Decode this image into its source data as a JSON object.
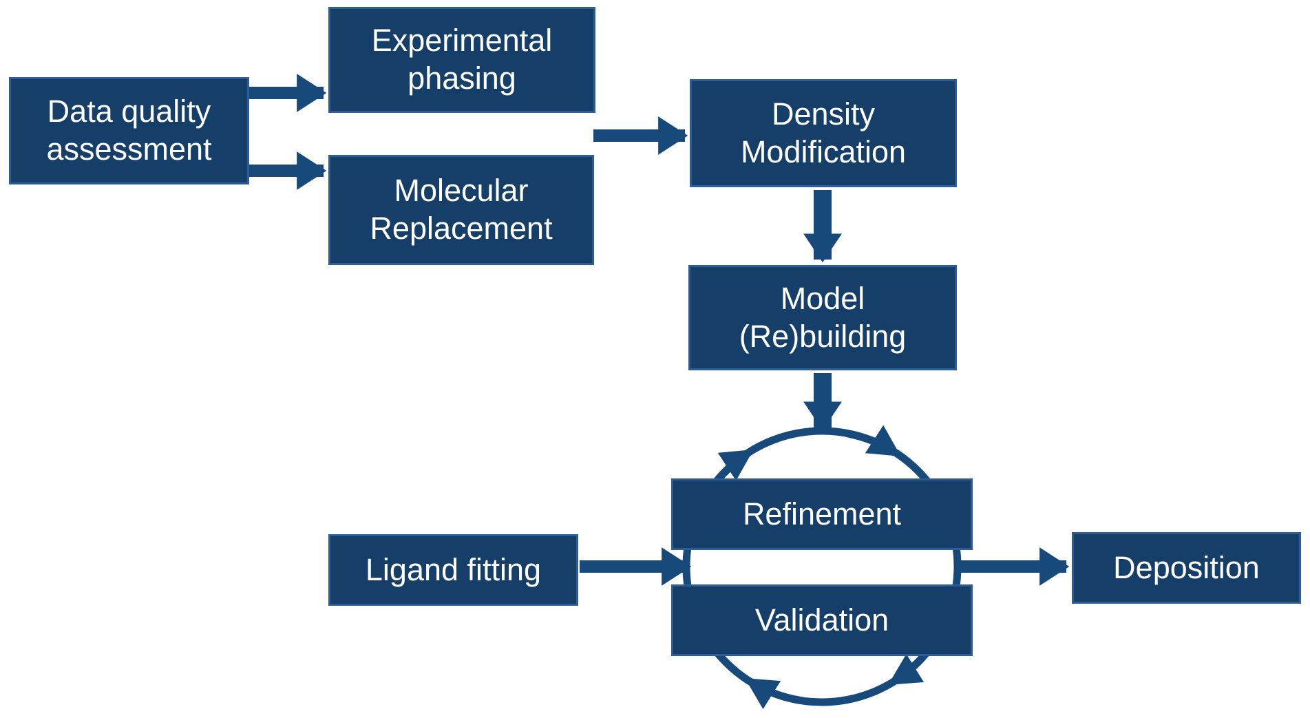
{
  "colors": {
    "box_fill": "#153F69",
    "box_border": "#2E5C96",
    "arrow": "#17497A",
    "text": "#FFFFFF",
    "background": "#FFFFFF"
  },
  "nodes": [
    {
      "id": "data-quality-assessment",
      "label": "Data quality\nassessment"
    },
    {
      "id": "experimental-phasing",
      "label": "Experimental\nphasing"
    },
    {
      "id": "molecular-replacement",
      "label": "Molecular\nReplacement"
    },
    {
      "id": "density-modification",
      "label": "Density\nModification"
    },
    {
      "id": "model-rebuilding",
      "label": "Model\n(Re)building"
    },
    {
      "id": "refinement",
      "label": "Refinement"
    },
    {
      "id": "validation",
      "label": "Validation"
    },
    {
      "id": "ligand-fitting",
      "label": "Ligand fitting"
    },
    {
      "id": "deposition",
      "label": "Deposition"
    }
  ],
  "edges": [
    {
      "from": "data-quality-assessment",
      "to": "experimental-phasing"
    },
    {
      "from": "data-quality-assessment",
      "to": "molecular-replacement"
    },
    {
      "from": "experimental-phasing|molecular-replacement",
      "to": "density-modification"
    },
    {
      "from": "density-modification",
      "to": "model-rebuilding"
    },
    {
      "from": "model-rebuilding",
      "to": "refinement-validation-cycle"
    },
    {
      "from": "ligand-fitting",
      "to": "refinement-validation-cycle"
    },
    {
      "from": "refinement-validation-cycle",
      "to": "deposition"
    },
    {
      "cycle": [
        "refinement",
        "validation"
      ],
      "direction": "clockwise"
    }
  ]
}
